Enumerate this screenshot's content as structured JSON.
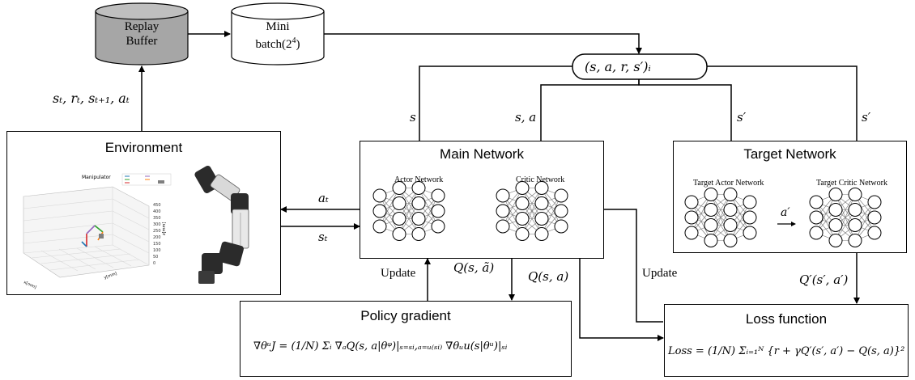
{
  "replay_buffer": {
    "line1": "Replay",
    "line2": "Buffer"
  },
  "mini_batch": {
    "line1": "Mini",
    "line2": "batch(2",
    "exp": "4",
    "close": ")"
  },
  "tuple_node": "(s, a, r, s′)ᵢ",
  "env_edge": "sₜ, rₜ, sₜ₊₁, aₜ",
  "edge_s": "s",
  "edge_sa": "s, a",
  "edge_sprime_1": "s′",
  "edge_sprime_2": "s′",
  "environment": {
    "title": "Environment",
    "plot_title": "Manipulator",
    "axis_x": "x[mm]",
    "axis_y": "y[mm]",
    "axis_z": "z[mm]",
    "z_ticks": [
      "450",
      "400",
      "350",
      "300",
      "250",
      "200",
      "150",
      "100",
      "50",
      "0"
    ]
  },
  "edge_at": "aₜ",
  "edge_st": "sₜ",
  "main_network": {
    "title": "Main Network",
    "actor": "Actor Network",
    "critic": "Critic Network"
  },
  "target_network": {
    "title": "Target Network",
    "actor": "Target Actor Network",
    "critic": "Target Critic Network",
    "aprime": "a′"
  },
  "update_left": "Update",
  "update_right": "Update",
  "q_tilde": "Q(s, ã)",
  "q_sa": "Q(s, a)",
  "q_prime": "Q′(s′, a′)",
  "policy_gradient": {
    "title": "Policy gradient",
    "formula": "∇θᵘJ = (1/N) Σᵢ ∇ₐQ(s, a|θᵠ)|ₛ₌ₛᵢ,ₐ₌ᵤ₍ₛᵢ₎ ∇θᵤu(s|θᵘ)|ₛᵢ"
  },
  "loss_function": {
    "title": "Loss function",
    "formula": "Loss = (1/N) Σᵢ₌₁ᴺ {r + γQ′(s′, a′) − Q(s, a)}²"
  },
  "colors": {
    "buffer_fill": "#a6a6a6",
    "line": "#000000"
  }
}
